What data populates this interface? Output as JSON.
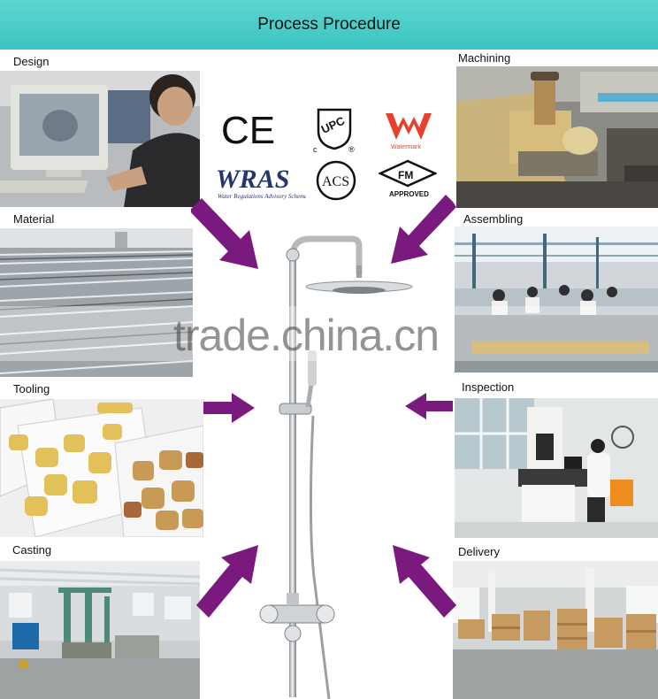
{
  "banner": {
    "title": "Process Procedure",
    "color": "#45c9c5"
  },
  "steps": {
    "design": "Design",
    "material": "Material",
    "tooling": "Tooling",
    "casting": "Casting",
    "machining": "Machining",
    "assembling": "Assembling",
    "inspection": "Inspection",
    "delivery": "Delivery"
  },
  "certifications": {
    "ce": "CE",
    "upc": "UPC",
    "upc_c": "c",
    "upc_r": "®",
    "watermark": "Watermark",
    "wras": "WRAS",
    "wras_sub": "Water Regulations Advisory Scheme",
    "acs": "ACS",
    "fm": "FM",
    "fm_sub": "APPROVED"
  },
  "watermark_text": "trade.china.cn",
  "arrow_color": "#7a1a7e",
  "icons": [
    "ce-mark-icon",
    "upc-logo-icon",
    "watermark-logo-icon",
    "wras-logo-icon",
    "acs-logo-icon",
    "fm-approved-icon",
    "arrow-icon",
    "shower-set-icon"
  ]
}
